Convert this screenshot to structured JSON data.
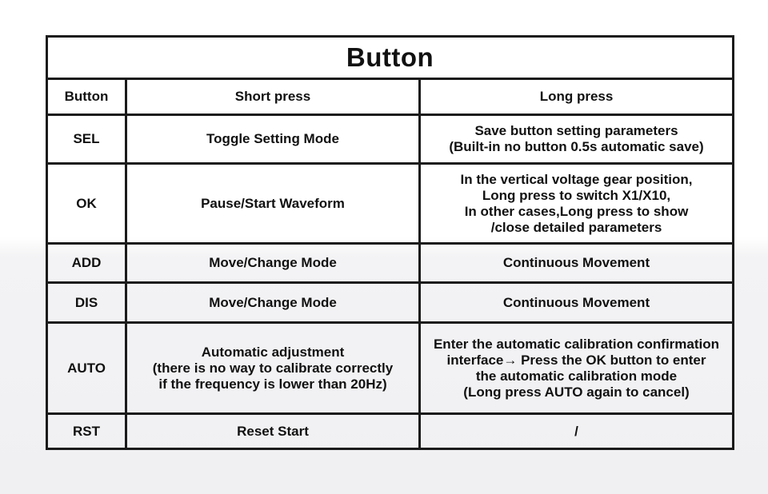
{
  "colors": {
    "border": "#1b1b1b",
    "text": "#111111",
    "background_top": "#ffffff",
    "background_bottom": "#f0f0f2"
  },
  "table": {
    "title": "Button",
    "columns": [
      "Button",
      "Short press",
      "Long press"
    ],
    "rows": [
      {
        "button": "SEL",
        "short_press": "Toggle Setting Mode",
        "long_press": "Save button setting parameters\n(Built-in no button 0.5s automatic save)"
      },
      {
        "button": "OK",
        "short_press": "Pause/Start Waveform",
        "long_press": "In the vertical voltage gear position,\nLong press to switch X1/X10,\nIn other cases,Long press to show\n/close detailed parameters"
      },
      {
        "button": "ADD",
        "short_press": "Move/Change Mode",
        "long_press": "Continuous Movement"
      },
      {
        "button": "DIS",
        "short_press": "Move/Change Mode",
        "long_press": "Continuous Movement"
      },
      {
        "button": "AUTO",
        "short_press": "Automatic adjustment\n(there is no way to calibrate correctly\nif the frequency is lower than 20Hz)",
        "long_press": "Enter the automatic calibration confirmation\ninterface→ Press the OK button to enter\nthe automatic calibration mode\n(Long press AUTO again to cancel)"
      },
      {
        "button": "RST",
        "short_press": "Reset Start",
        "long_press": "/"
      }
    ]
  }
}
